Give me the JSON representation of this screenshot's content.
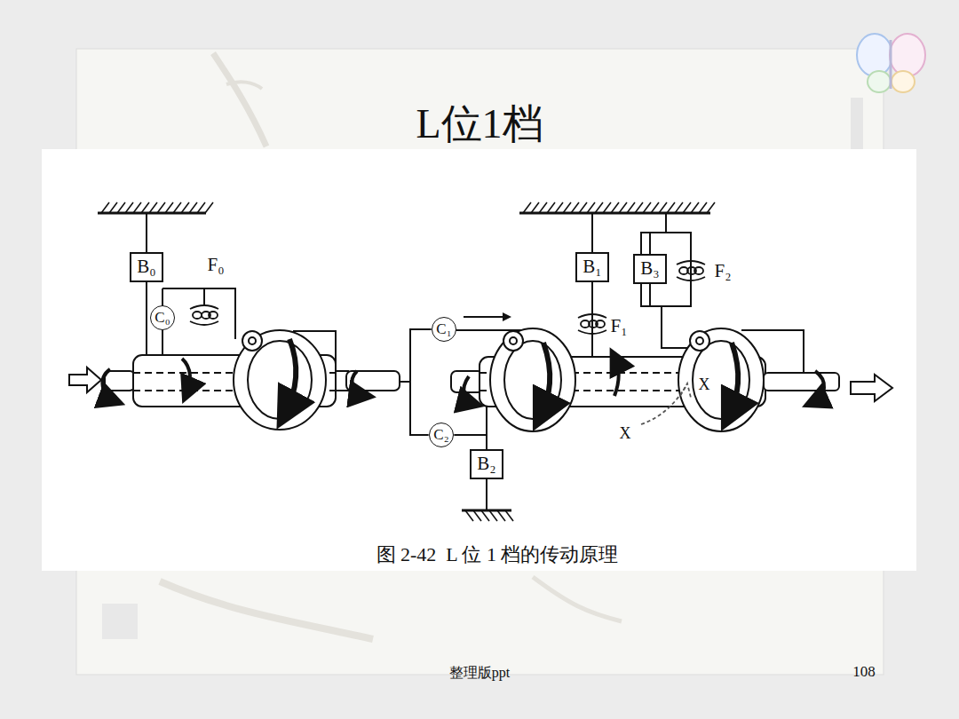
{
  "diagram": {
    "title": "L位1档",
    "caption": "图 2-42  L 位 1 档的传动原理",
    "nodes": [
      {
        "text": [
          "B₀"
        ]
      },
      {
        "text": [
          "B₁"
        ]
      },
      {
        "text": [
          "B₃"
        ]
      },
      {
        "text": [
          "C₀"
        ]
      },
      {
        "text": [
          "C₁"
        ]
      },
      {
        "text": [
          "C₂"
        ]
      },
      {
        "text": [
          "B₂"
        ]
      }
    ],
    "edges": [
      {
        "from": 4,
        "to": 5,
        "arrow": "none"
      },
      {
        "from": 5,
        "to": 6,
        "arrow": "none"
      }
    ],
    "labels": [
      "F₀",
      "F₁",
      "F₂",
      "X",
      "X",
      "整理版ppt",
      "108"
    ]
  }
}
